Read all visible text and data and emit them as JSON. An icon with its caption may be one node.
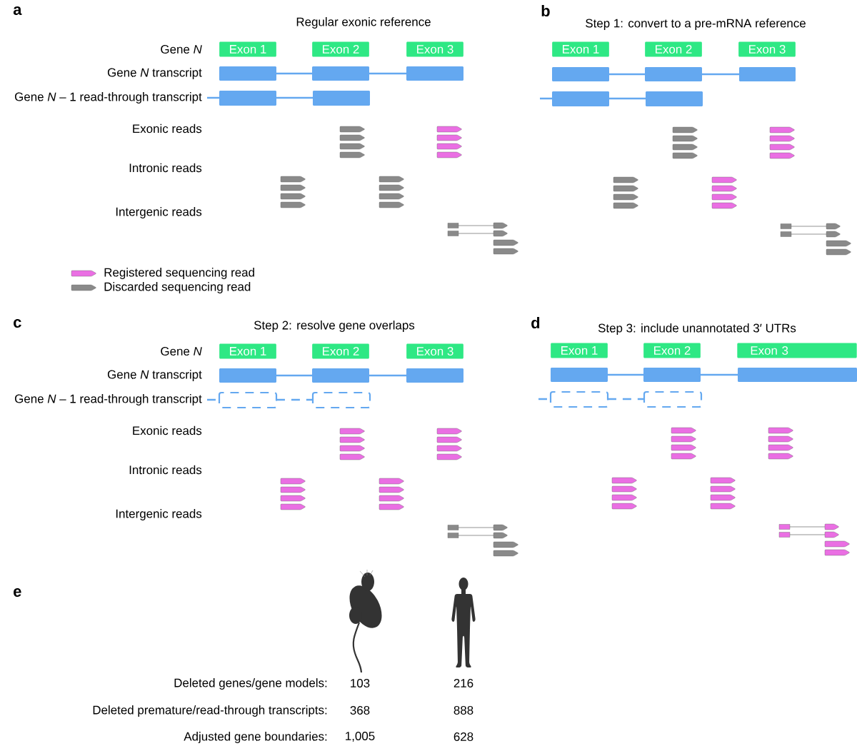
{
  "diagram": {
    "nodes": [
      {
        "text": [
          "Exon 1"
        ]
      },
      {
        "text": [
          "Exon 2"
        ]
      },
      {
        "text": [
          "Exon 3"
        ]
      },
      {
        "text": [
          "Exon 1"
        ]
      },
      {
        "text": [
          "Exon 2"
        ]
      },
      {
        "text": [
          "Exon 3"
        ]
      },
      {
        "text": [
          "Exon 1"
        ]
      },
      {
        "text": [
          "Exon 2"
        ]
      },
      {
        "text": [
          "Exon 3"
        ]
      },
      {
        "text": [
          "Exon 1"
        ]
      },
      {
        "text": [
          "Exon 2"
        ]
      },
      {
        "text": [
          "Exon 3"
        ]
      }
    ],
    "labels": [
      "a",
      "Regular exonic reference",
      "b",
      "Step 1: convert to a pre-mRNA reference",
      "Gene *N*",
      "Gene *N* transcript",
      "Gene *N* – 1 read-through transcript",
      "Exonic reads",
      "Intronic reads",
      "Intergenic reads",
      "c",
      "Step 2: resolve gene overlaps",
      "d",
      "Step 3: include unannotated 3′ UTRs",
      "Gene *N*",
      "Gene *N* transcript",
      "Gene *N* – 1 read-through transcript",
      "Exonic reads",
      "Intronic reads",
      "Intergenic reads",
      "e",
      "Deleted genes/gene models:",
      "103",
      "216",
      "Deleted premature/read-through transcripts:",
      "368",
      "888",
      "Adjusted gene boundaries:",
      "1,005",
      "628"
    ],
    "legend": [
      {
        "text": "Registered sequencing read",
        "color": "#ea6fe3"
      },
      {
        "text": "Discarded sequencing read",
        "color": "#8a8a8a"
      }
    ]
  }
}
